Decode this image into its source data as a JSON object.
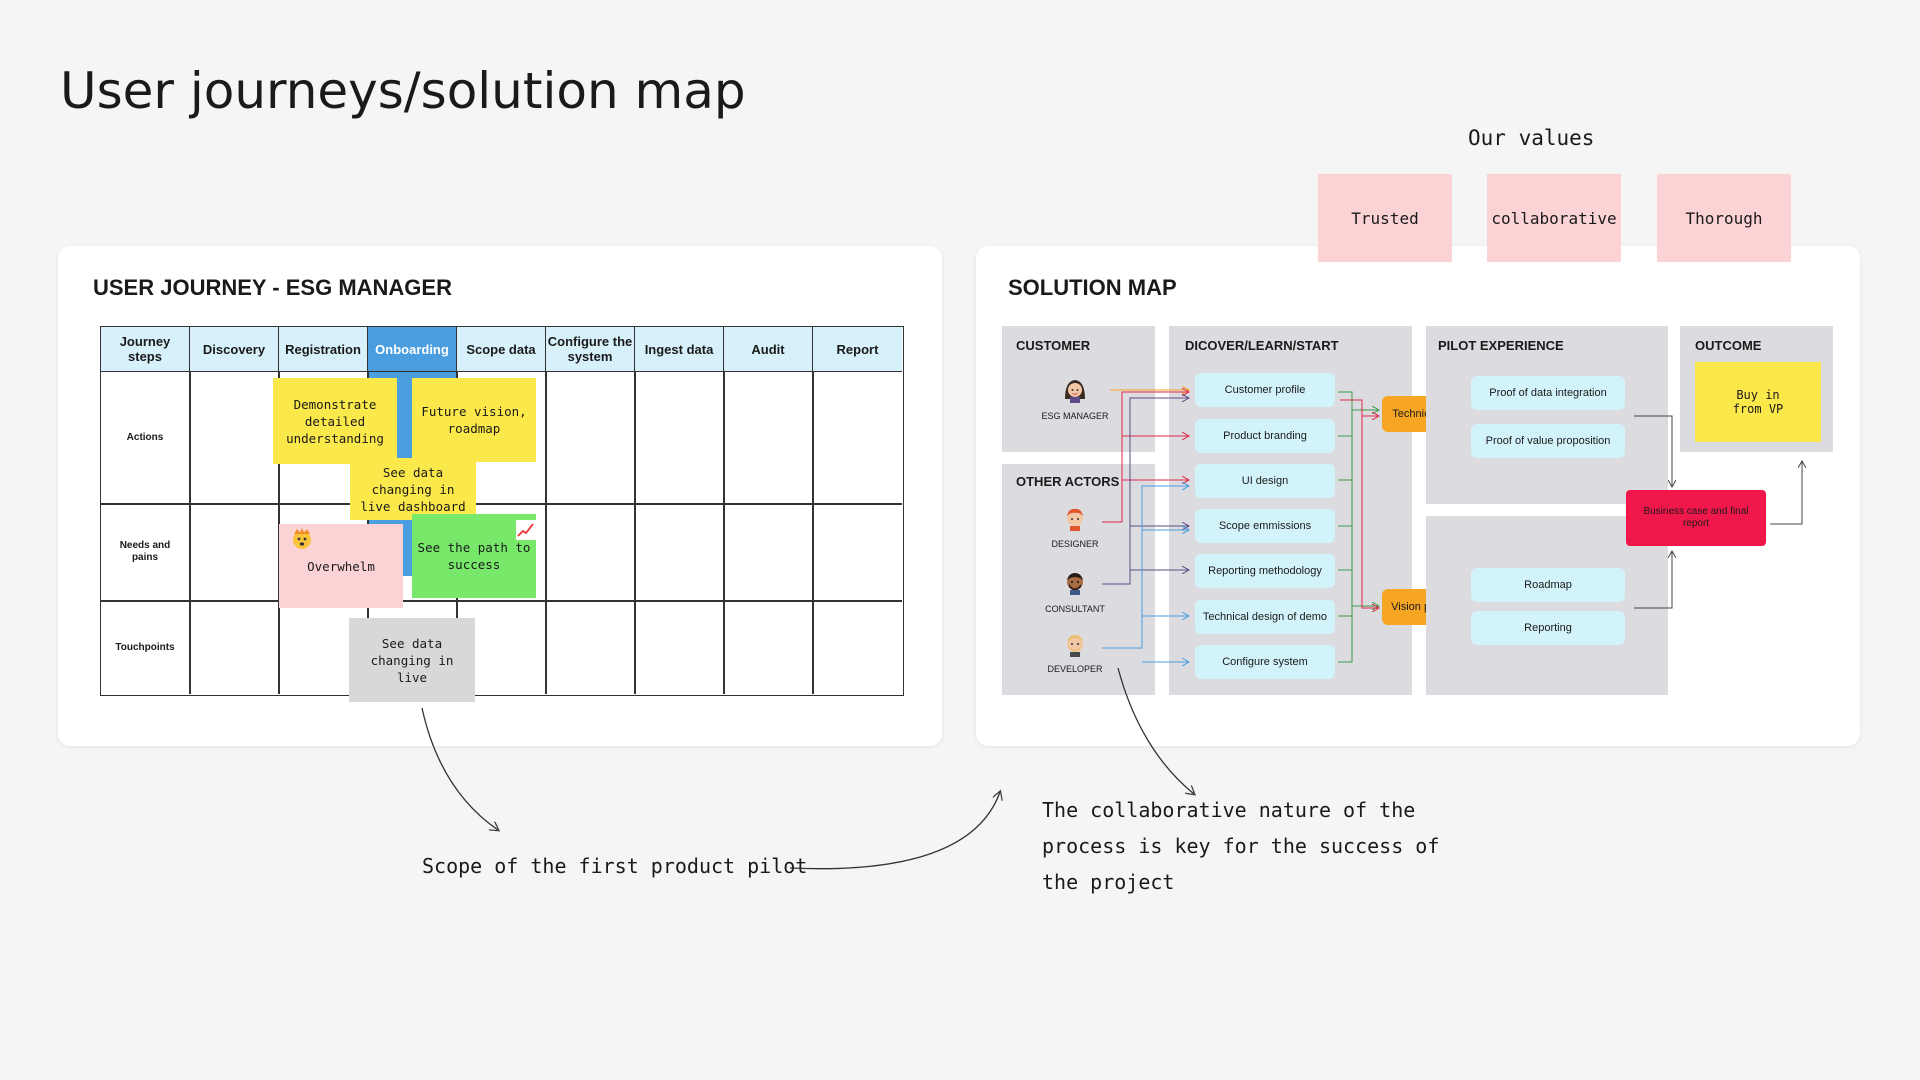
{
  "page_title": "User journeys/solution map",
  "values": {
    "label": "Our values",
    "items": [
      "Trusted",
      "collaborative",
      "Thorough"
    ]
  },
  "journey": {
    "title": "USER JOURNEY - ESG MANAGER",
    "header_corner": "Journey steps",
    "steps": [
      "Discovery",
      "Registration",
      "Onboarding",
      "Scope data",
      "Configure the system",
      "Ingest data",
      "Audit",
      "Report"
    ],
    "rows": [
      "Actions",
      "Needs and pains",
      "Touchpoints"
    ],
    "stickies": {
      "demonstrate": "Demonstrate detailed understanding",
      "future": "Future vision, roadmap",
      "see_live": "See data changing in live dashboard",
      "overwhelm": "Overwhelm",
      "path": "See the path to success",
      "see_live_2": "See data changing in live"
    }
  },
  "solution": {
    "title": "SOLUTION MAP",
    "customer": {
      "title": "CUSTOMER",
      "actor": "ESG MANAGER"
    },
    "others": {
      "title": "OTHER ACTORS",
      "actors": [
        "DESIGNER",
        "CONSULTANT",
        "DEVELOPER"
      ]
    },
    "discover": {
      "title": "DICOVER/LEARN/START",
      "items": [
        "Customer profile",
        "Product branding",
        "UI design",
        "Scope emmissions",
        "Reporting methodology",
        "Technical design of demo",
        "Configure system"
      ]
    },
    "milestones": [
      "Technical demo",
      "Vision prototype"
    ],
    "pilot": {
      "title": "PILOT EXPERIENCE",
      "top": [
        "Proof of data integration",
        "Proof of value proposition"
      ],
      "bottom": [
        "Roadmap",
        "Reporting"
      ]
    },
    "business_case": "Business case and final report",
    "outcome": {
      "title": "OUTCOME",
      "note": "Buy in from VP"
    }
  },
  "annotations": {
    "scope": "Scope of the first product pilot",
    "collab_1": "The collaborative nature of the",
    "collab_2": "process is key for the success of",
    "collab_3": "the project"
  },
  "colors": {
    "yellow": "#fbe84a",
    "pink": "#fbd3d5",
    "green": "#77e86a",
    "grey_note": "#d8d8d8",
    "active_header": "#4a9ee0",
    "header": "#d7f1fb",
    "chip": "#d3f3fb",
    "orange": "#f7a623",
    "red": "#f0184a"
  }
}
